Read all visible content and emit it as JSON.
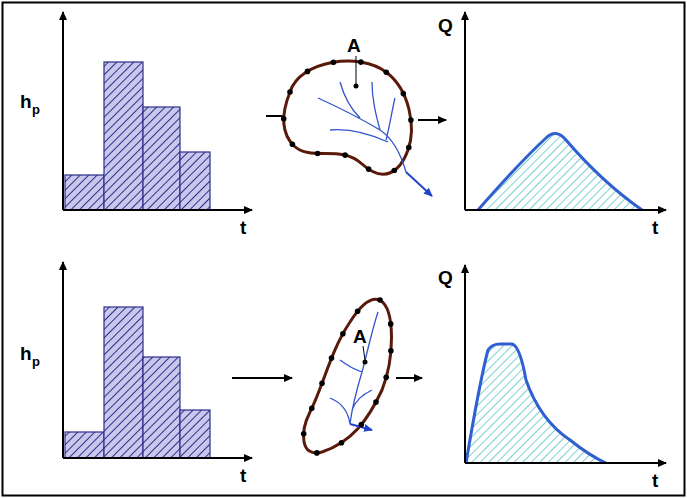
{
  "diagram": {
    "labels": [
      "h",
      "p",
      "t",
      "A",
      "Q",
      "t",
      "h",
      "p",
      "t",
      "A",
      "Q",
      "t"
    ]
  }
}
